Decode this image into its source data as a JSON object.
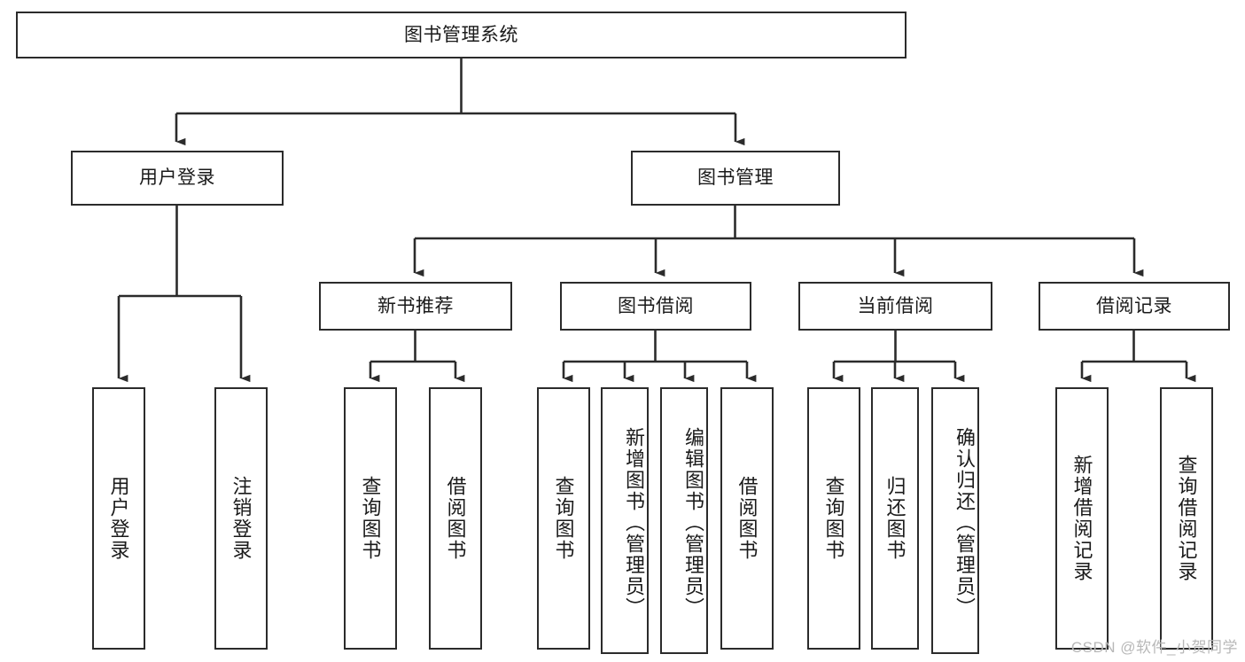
{
  "diagram": {
    "type": "tree-hierarchy",
    "title": "图书管理系统",
    "colors": {
      "background": "#ffffff",
      "stroke": "#2b2b2b",
      "node_fill": "#ffffff",
      "text": "#1a1a1a",
      "watermark": "#b8b8b8"
    },
    "levels": 4,
    "root": {
      "id": "root",
      "label": "图书管理系统",
      "orientation": "horizontal"
    },
    "level2": [
      {
        "id": "user-login",
        "label": "用户登录",
        "orientation": "horizontal"
      },
      {
        "id": "book-manage",
        "label": "图书管理",
        "orientation": "horizontal"
      }
    ],
    "level3": [
      {
        "id": "new-book-rec",
        "label": "新书推荐",
        "parent": "book-manage",
        "orientation": "horizontal"
      },
      {
        "id": "book-borrow",
        "label": "图书借阅",
        "parent": "book-manage",
        "orientation": "horizontal"
      },
      {
        "id": "current-borrow",
        "label": "当前借阅",
        "parent": "book-manage",
        "orientation": "horizontal"
      },
      {
        "id": "borrow-record",
        "label": "借阅记录",
        "parent": "book-manage",
        "orientation": "horizontal"
      }
    ],
    "leaves": [
      {
        "id": "leaf-user-login",
        "label": "用户登录",
        "parent": "user-login",
        "orientation": "vertical"
      },
      {
        "id": "leaf-logout",
        "label": "注销登录",
        "parent": "user-login",
        "orientation": "vertical"
      },
      {
        "id": "leaf-query-book-1",
        "label": "查询图书",
        "parent": "new-book-rec",
        "orientation": "vertical"
      },
      {
        "id": "leaf-borrow-book-1",
        "label": "借阅图书",
        "parent": "new-book-rec",
        "orientation": "vertical"
      },
      {
        "id": "leaf-query-book-2",
        "label": "查询图书",
        "parent": "book-borrow",
        "orientation": "vertical"
      },
      {
        "id": "leaf-add-book",
        "label": "新增图书（管理员）",
        "parent": "book-borrow",
        "orientation": "vertical"
      },
      {
        "id": "leaf-edit-book",
        "label": "编辑图书（管理员）",
        "parent": "book-borrow",
        "orientation": "vertical"
      },
      {
        "id": "leaf-borrow-book-2",
        "label": "借阅图书",
        "parent": "book-borrow",
        "orientation": "vertical"
      },
      {
        "id": "leaf-query-book-3",
        "label": "查询图书",
        "parent": "current-borrow",
        "orientation": "vertical"
      },
      {
        "id": "leaf-return-book",
        "label": "归还图书",
        "parent": "current-borrow",
        "orientation": "vertical"
      },
      {
        "id": "leaf-confirm-return",
        "label": "确认归还（管理员）",
        "parent": "current-borrow",
        "orientation": "vertical"
      },
      {
        "id": "leaf-add-record",
        "label": "新增借阅记录",
        "parent": "borrow-record",
        "orientation": "vertical"
      },
      {
        "id": "leaf-query-record",
        "label": "查询借阅记录",
        "parent": "borrow-record",
        "orientation": "vertical"
      }
    ],
    "watermark": "CSDN @软件_小贺同学"
  }
}
